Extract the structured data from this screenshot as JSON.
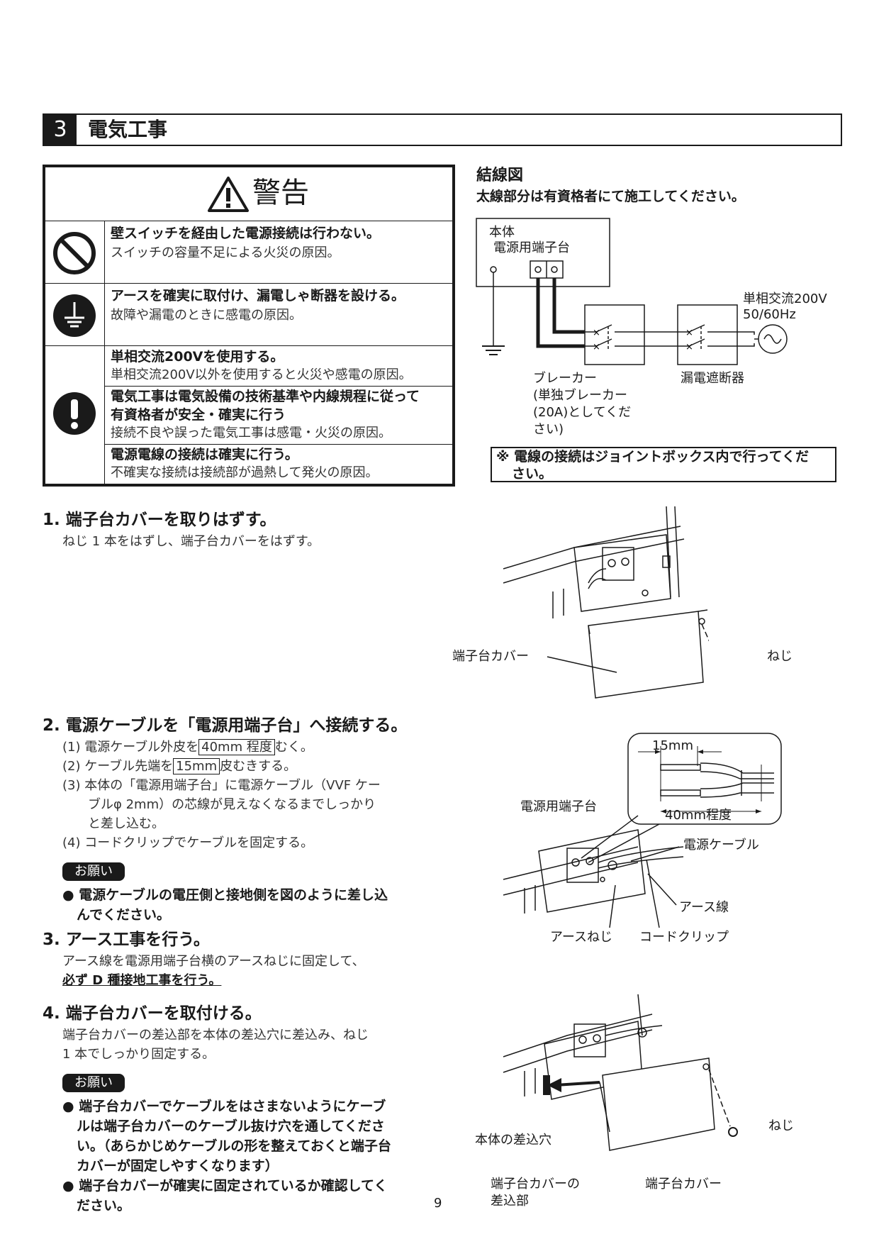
{
  "section": {
    "number": "3",
    "title": "電気工事"
  },
  "warning": {
    "title": "警告",
    "rows": [
      {
        "main": "壁スイッチを経由した電源接続は行わない。",
        "sub": "スイッチの容量不足による火災の原因。"
      },
      {
        "main": "アースを確実に取付け、漏電しゃ断器を設ける。",
        "sub": "故障や漏電のときに感電の原因。"
      },
      {
        "main": "単相交流200Vを使用する。",
        "sub": "単相交流200V以外を使用すると火災や感電の原因。"
      },
      {
        "main1": "電気工事は電気設備の技術基準や内線規程に従って",
        "main2": "有資格者が安全・確実に行う",
        "sub": "接続不良や誤った電気工事は感電・火災の原因。"
      },
      {
        "main": "電源電線の接続は確実に行う。",
        "sub": "不確実な接続は接続部が過熱して発火の原因。"
      }
    ]
  },
  "wiring": {
    "title": "結線図",
    "subtitle": "太線部分は有資格者にて施工してください。",
    "body_label": "本体",
    "terminal_label": "電源用端子台",
    "power_label1": "単相交流200V",
    "power_label2": "50/60Hz",
    "breaker_label": "ブレーカー",
    "breaker_note1": "(単独ブレーカー",
    "breaker_note2": "(20A)としてくだ",
    "breaker_note3": "さい)",
    "leak_breaker_label": "漏電遮断器",
    "note_line1": "※ 電線の接続はジョイントボックス内で行ってくだ",
    "note_line2": "さい。"
  },
  "step1": {
    "heading": "1. 端子台カバーを取りはずす。",
    "text": "ねじ 1 本をはずし、端子台カバーをはずす。",
    "fig_cover": "端子台カバー",
    "fig_screw": "ねじ"
  },
  "step2": {
    "heading": "2. 電源ケーブルを「電源用端子台」へ接続する。",
    "i1_a": "(1) 電源ケーブル外皮を",
    "i1_box": "40mm 程度",
    "i1_b": "むく。",
    "i2_a": "(2) ケーブル先端を",
    "i2_box": "15mm",
    "i2_b": "皮むきする。",
    "i3_l1": "(3) 本体の「電源用端子台」に電源ケーブル（VVF ケー",
    "i3_l2": "ブルφ 2mm）の芯線が見えなくなるまでしっかり",
    "i3_l3": "と差し込む。",
    "i4": "(4) コードクリップでケーブルを固定する。",
    "badge": "お願い",
    "b1_l1": "● 電源ケーブルの電圧側と接地側を図のように差し込",
    "b1_l2": "んでください。",
    "fig_15": "15mm",
    "fig_40": "40mm程度",
    "fig_terminal": "電源用端子台",
    "fig_cable": "電源ケーブル",
    "fig_earth": "アース線",
    "fig_earth_screw": "アースねじ",
    "fig_clip": "コードクリップ"
  },
  "step3": {
    "heading": "3. アース工事を行う。",
    "l1": "アース線を電源用端子台横のアースねじに固定して、",
    "l2": "必ず D 種接地工事を行う。"
  },
  "step4": {
    "heading": "4. 端子台カバーを取付ける。",
    "l1": "端子台カバーの差込部を本体の差込穴に差込み、ねじ",
    "l2": "1 本でしっかり固定する。",
    "badge": "お願い",
    "b1_l1": "● 端子台カバーでケーブルをはさまないようにケーブ",
    "b1_l2": "ルは端子台カバーのケーブル抜け穴を通してくださ",
    "b1_l3": "い。（あらかじめケーブルの形を整えておくと端子台",
    "b1_l4": "カバーが固定しやすくなります）",
    "b2_l1": "● 端子台カバーが確実に固定されているか確認してく",
    "b2_l2": "ださい。",
    "fig_hole": "本体の差込穴",
    "fig_insert1": "端子台カバーの",
    "fig_insert2": "差込部",
    "fig_cover": "端子台カバー",
    "fig_screw": "ねじ"
  },
  "page_number": "9"
}
